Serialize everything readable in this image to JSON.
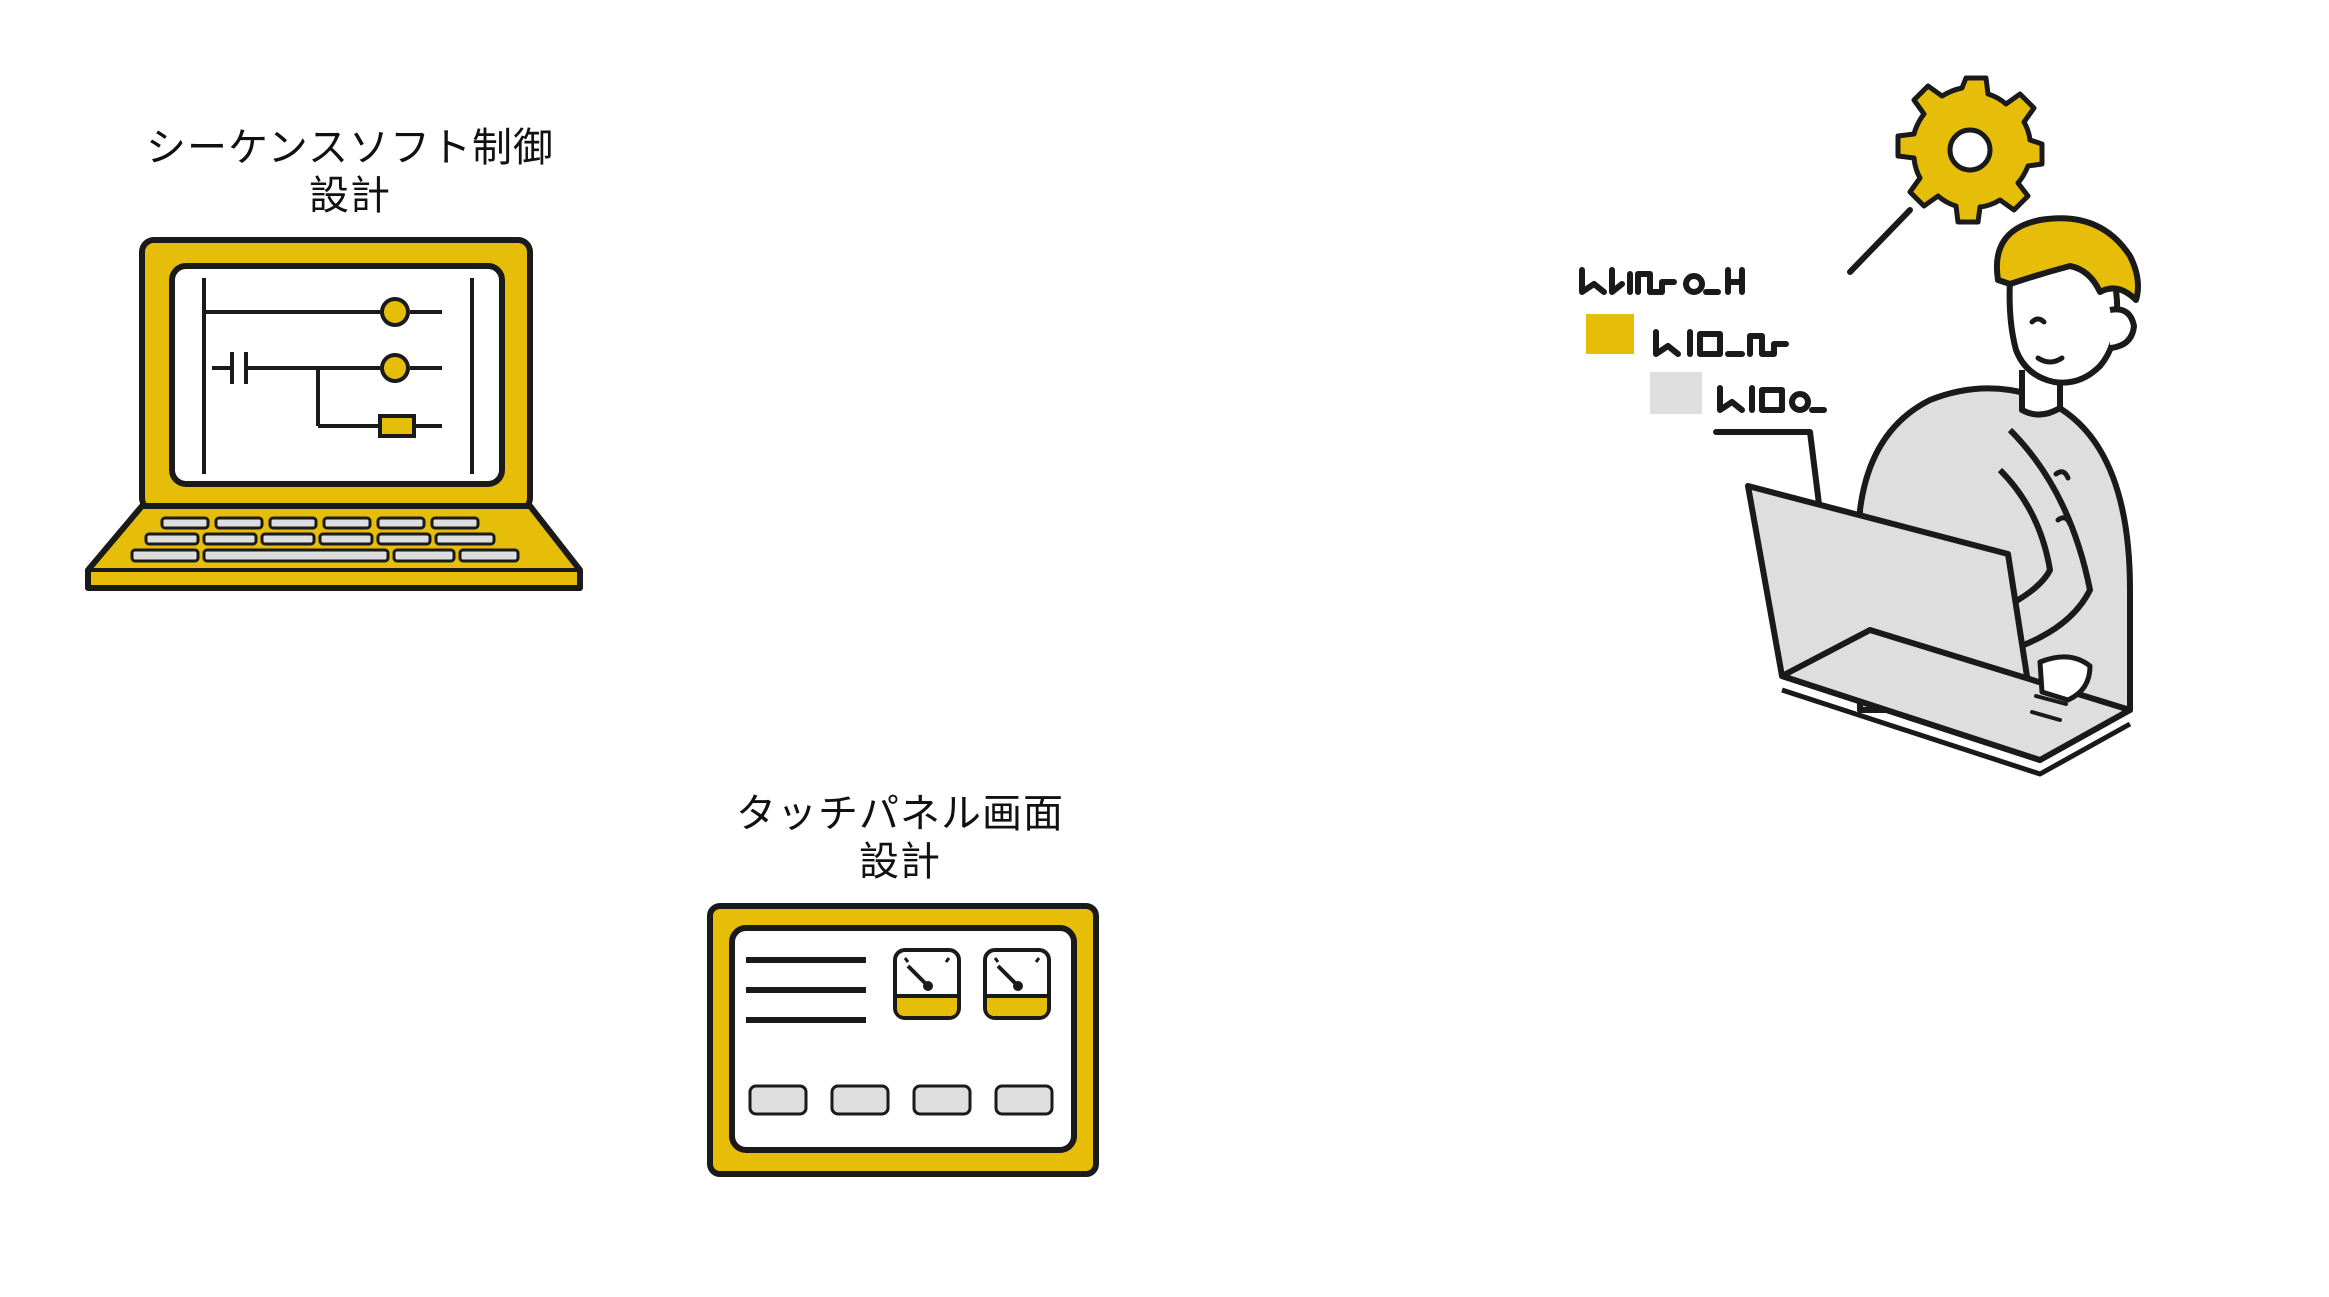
{
  "labels": {
    "sequence_software": {
      "line1": "シーケンスソフト制御",
      "line2": "設計"
    },
    "touch_panel": {
      "line1": "タッチパネル画面",
      "line2": "設計"
    }
  },
  "colors": {
    "accent_yellow": "#E6BE0A",
    "outline": "#1A1A1A",
    "light_gray": "#DEDEDE",
    "mid_gray": "#CFCFCF",
    "background": "#FFFFFF"
  },
  "icons": [
    "laptop-ladder-icon",
    "touch-panel-icon",
    "engineer-illustration",
    "gear-icon",
    "code-glyphs-icon"
  ]
}
